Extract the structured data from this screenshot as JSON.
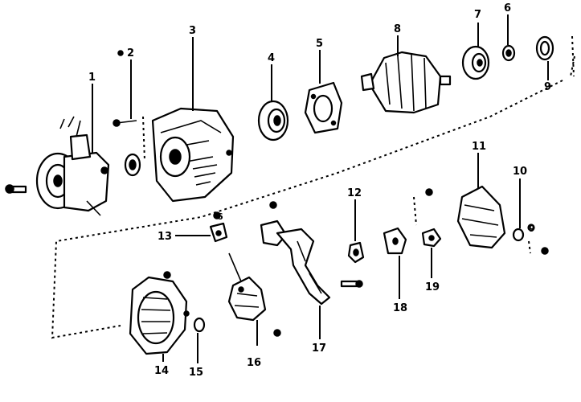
{
  "callouts": {
    "c1": "1",
    "c2": "2",
    "c3": "3",
    "c4": "4",
    "c5": "5",
    "c6": "6",
    "c7": "7",
    "c8": "8",
    "c9": "9",
    "c10": "10",
    "c11": "11",
    "c12": "12",
    "c13": "13",
    "c14": "14",
    "c15": "15",
    "c16": "16",
    "c17": "17",
    "c18": "18",
    "c19": "19"
  },
  "refs": {
    "r2": "2",
    "r9": "9",
    "r6a": "6",
    "r6b": "6",
    "r6c": "6",
    "r9b": "9",
    "r9c": "9"
  },
  "colors": {
    "ink": "#000000",
    "paper": "#ffffff"
  }
}
